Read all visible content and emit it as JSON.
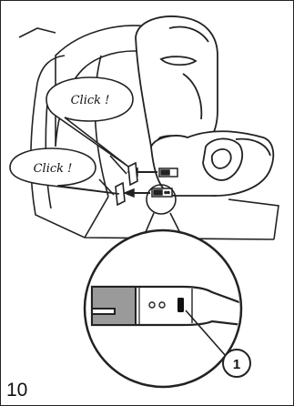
{
  "step_number": "10",
  "speech_bubbles": [
    {
      "text": "Click !"
    },
    {
      "text": "Click !"
    }
  ],
  "callout": {
    "number": "1"
  },
  "icons": [
    "car-seat",
    "isofix-connector",
    "magnifier-detail",
    "click-arrow"
  ]
}
